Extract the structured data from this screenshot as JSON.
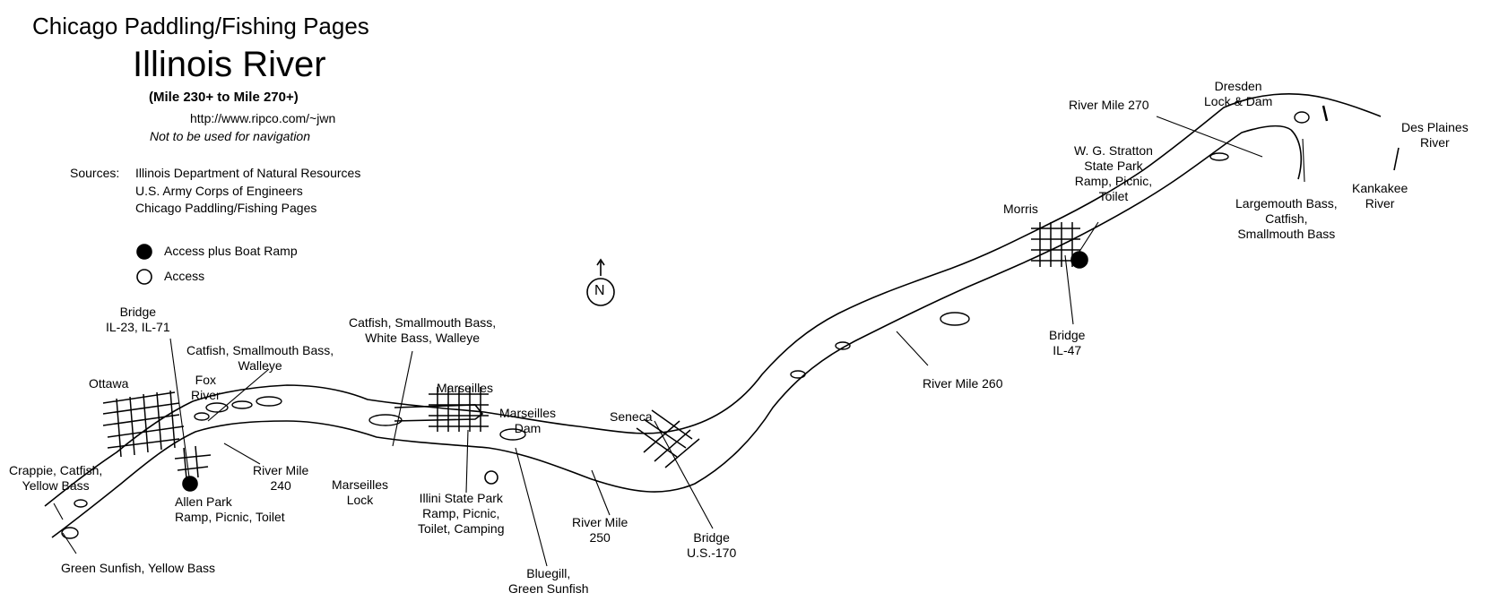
{
  "header": {
    "site_title": "Chicago Paddling/Fishing Pages",
    "river_title": "Illinois River",
    "mile_range": "(Mile 230+ to Mile 270+)",
    "url": "http://www.ripco.com/~jwn",
    "disclaimer": "Not to be used for navigation"
  },
  "sources": {
    "label": "Sources:",
    "items": [
      "Illinois Department of Natural Resources",
      "U.S. Army Corps of Engineers",
      "Chicago Paddling/Fishing Pages"
    ]
  },
  "legend": {
    "filled": "Access plus Boat Ramp",
    "open": "Access"
  },
  "compass": {
    "letter": "N"
  },
  "labels": {
    "bridge_il23": [
      "Bridge",
      "IL-23, IL-71"
    ],
    "ottawa": "Ottawa",
    "fox_river": [
      "Fox",
      "River"
    ],
    "catfish_left": [
      "Catfish, Smallmouth Bass,",
      "Walleye"
    ],
    "catfish_mid": [
      "Catfish, Smallmouth Bass,",
      "White Bass, Walleye"
    ],
    "crappie": [
      "Crappie, Catfish,",
      "Yellow Bass"
    ],
    "allen_park": [
      "Allen Park",
      "Ramp, Picnic, Toilet"
    ],
    "green_sunfish": "Green Sunfish, Yellow Bass",
    "river_mile_240": [
      "River Mile",
      "240"
    ],
    "marseilles": "Marseilles",
    "marseilles_dam": [
      "Marseilles",
      "Dam"
    ],
    "marseilles_lock": [
      "Marseilles",
      "Lock"
    ],
    "illini": [
      "Illini State Park",
      "Ramp, Picnic,",
      "Toilet, Camping"
    ],
    "bluegill": [
      "Bluegill,",
      "Green Sunfish"
    ],
    "river_mile_250": [
      "River Mile",
      "250"
    ],
    "seneca": "Seneca",
    "bridge_us170": [
      "Bridge",
      "U.S.-170"
    ],
    "river_mile_260": "River Mile 260",
    "morris": "Morris",
    "stratton": [
      "W. G. Stratton",
      "State Park",
      "Ramp, Picnic,",
      "Toilet"
    ],
    "bridge_il47": [
      "Bridge",
      "IL-47"
    ],
    "river_mile_270": "River Mile 270",
    "dresden": [
      "Dresden",
      "Lock & Dam"
    ],
    "des_plaines": [
      "Des Plaines",
      "River"
    ],
    "kankakee": [
      "Kankakee",
      "River"
    ],
    "largemouth": [
      "Largemouth Bass,",
      "Catfish,",
      "Smallmouth Bass"
    ]
  }
}
